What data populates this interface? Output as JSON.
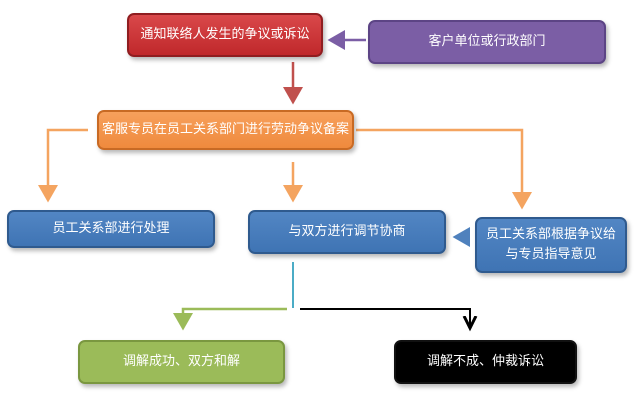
{
  "diagram": {
    "nodes": {
      "notify": {
        "label": "通知联络人发生的争议或诉讼",
        "color": "#c62f32"
      },
      "client": {
        "label": "客户单位或行政部门",
        "color": "#7b5ea5"
      },
      "record": {
        "label": "客服专员在员工关系部门进行劳动争议备案",
        "color": "#f39448"
      },
      "handle": {
        "label": "员工关系部进行处理",
        "color": "#4a7ebe"
      },
      "mediate": {
        "label": "与双方进行调节协商",
        "color": "#4a7ebe"
      },
      "guidance": {
        "line1": "员工关系部根据争议给",
        "line2": "与专员指导意见",
        "color": "#4a7ebe"
      },
      "success": {
        "label": "调解成功、双方和解",
        "color": "#9bbb59"
      },
      "failure": {
        "label": "调解不成、仲裁诉讼",
        "color": "#000000"
      }
    },
    "edges": [
      {
        "from": "client",
        "to": "notify",
        "color": "#7b5ea5"
      },
      {
        "from": "notify",
        "to": "record",
        "color": "#c0504d"
      },
      {
        "from": "record",
        "to": "handle",
        "color": "#f4a460"
      },
      {
        "from": "record",
        "to": "mediate",
        "color": "#f4a460"
      },
      {
        "from": "record",
        "to": "guidance",
        "color": "#f4a460"
      },
      {
        "from": "guidance",
        "to": "mediate",
        "color": "#4f81bd"
      },
      {
        "from": "mediate",
        "to": "success",
        "color": "#9bbb59"
      },
      {
        "from": "mediate",
        "to": "failure",
        "color": "#000000"
      }
    ]
  }
}
